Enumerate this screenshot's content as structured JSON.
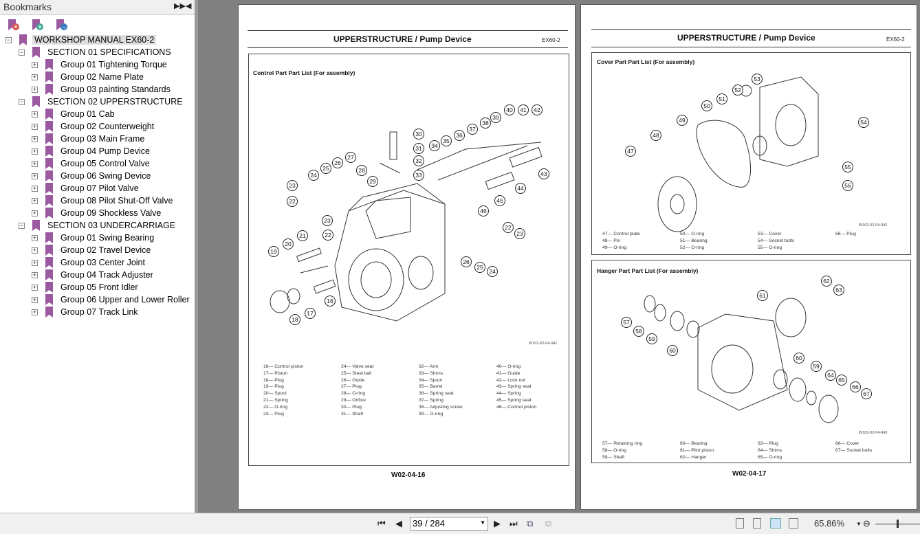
{
  "sidebar": {
    "title": "Bookmarks",
    "tree": [
      {
        "label": "WORKSHOP MANUAL EX60-2",
        "level": 0,
        "expanded": true,
        "selected": true
      },
      {
        "label": "SECTION 01 SPECIFICATIONS",
        "level": 1,
        "expanded": true
      },
      {
        "label": "Group 01 Tightening Torque",
        "level": 2
      },
      {
        "label": "Group 02 Name Plate",
        "level": 2
      },
      {
        "label": "Group 03 painting Standards",
        "level": 2
      },
      {
        "label": "SECTION 02 UPPERSTRUCTURE",
        "level": 1,
        "expanded": true
      },
      {
        "label": "Group 01 Cab",
        "level": 2
      },
      {
        "label": "Group 02 Counterweight",
        "level": 2
      },
      {
        "label": "Group 03 Main Frame",
        "level": 2
      },
      {
        "label": "Group 04 Pump Device",
        "level": 2
      },
      {
        "label": "Group 05 Control Valve",
        "level": 2
      },
      {
        "label": "Group 06 Swing Device",
        "level": 2
      },
      {
        "label": "Group 07 Pilot Valve",
        "level": 2
      },
      {
        "label": "Group 08 Pilot Shut-Off Valve",
        "level": 2
      },
      {
        "label": "Group 09 Shockless Valve",
        "level": 2
      },
      {
        "label": "SECTION 03 UNDERCARRIAGE",
        "level": 1,
        "expanded": true
      },
      {
        "label": "Group 01 Swing Bearing",
        "level": 2
      },
      {
        "label": "Group 02 Travel Device",
        "level": 2
      },
      {
        "label": "Group 03 Center Joint",
        "level": 2
      },
      {
        "label": "Group 04 Track Adjuster",
        "level": 2
      },
      {
        "label": "Group 05 Front Idler",
        "level": 2
      },
      {
        "label": "Group 06 Upper and Lower Roller",
        "level": 2
      },
      {
        "label": "Group 07 Track Link",
        "level": 2
      }
    ]
  },
  "left_page": {
    "title": "UPPERSTRUCTURE / Pump Device",
    "model": "EX60-2",
    "frame_title": "Control Part Part List (For assembly)",
    "fig_code": "W102-02-04-041",
    "footer": "W02-04-16",
    "callouts": [
      "30",
      "31",
      "32",
      "33",
      "34",
      "35",
      "36",
      "37",
      "38",
      "39",
      "40",
      "41",
      "42",
      "43",
      "44",
      "45",
      "46",
      "27",
      "28",
      "29",
      "26",
      "25",
      "24",
      "23",
      "22",
      "23",
      "22",
      "21",
      "20",
      "19",
      "18",
      "17",
      "16",
      "22",
      "23",
      "26",
      "25",
      "24"
    ],
    "parts": [
      [
        "16— Control piston",
        "17— Piston",
        "18— Plug",
        "19— Plug",
        "20— Spool",
        "21— Spring",
        "22— O-ring",
        "23— Plug"
      ],
      [
        "24— Valve seat",
        "25— Steel ball",
        "26— Guide",
        "27— Plug",
        "28— O-ring",
        "29— Orifice",
        "30— Plug",
        "31— Shaft"
      ],
      [
        "32— Arm",
        "33— Shims",
        "34— Spool",
        "35— Barrel",
        "36— Spring seat",
        "37— Spring",
        "38— Adjusting screw",
        "39— O-ring"
      ],
      [
        "40— O-ring",
        "41— Guide",
        "42— Lock nut",
        "43— Spring seat",
        "44— Spring",
        "45— Spring seat",
        "46— Control piston"
      ]
    ]
  },
  "right_page": {
    "title": "UPPERSTRUCTURE / Pump Device",
    "model": "EX60-2",
    "footer": "W02-04-17",
    "cover": {
      "frame_title": "Cover Part Part List (For assembly)",
      "fig_code": "W102-02-04-042",
      "callouts": [
        "53",
        "52",
        "51",
        "50",
        "49",
        "48",
        "47",
        "54",
        "55",
        "56"
      ],
      "parts": [
        [
          "47— Control plate",
          "48— Pin",
          "49— O-ring"
        ],
        [
          "50— O-ring",
          "51— Bearing",
          "52— O-ring"
        ],
        [
          "53— Cover",
          "54— Socket bolts",
          "55— O-ring"
        ],
        [
          "56— Plug"
        ]
      ]
    },
    "hanger": {
      "frame_title": "Hanger Part Part List (For assembly)",
      "fig_code": "W102-02-04-043",
      "callouts": [
        "62",
        "63",
        "61",
        "57",
        "58",
        "59",
        "60",
        "60",
        "59",
        "64",
        "65",
        "66",
        "67"
      ],
      "parts": [
        [
          "57— Retaining ring",
          "58— O-ring",
          "59— Shaft"
        ],
        [
          "60— Bearing",
          "61— Pilot piston",
          "62— Hanger"
        ],
        [
          "63— Plug",
          "64— Shims",
          "65— O-ring"
        ],
        [
          "66— Cover",
          "67— Socket bolts"
        ]
      ]
    }
  },
  "toolbar": {
    "page_value": "39 / 284",
    "zoom": "65.86%"
  }
}
